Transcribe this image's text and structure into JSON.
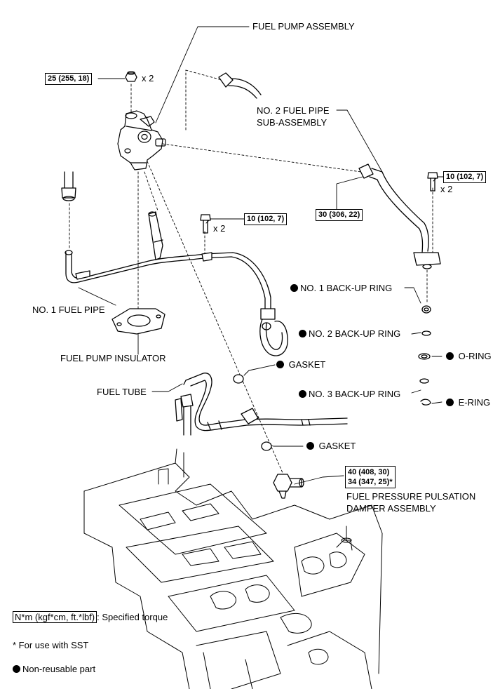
{
  "labels": {
    "fuel_pump_assembly": "FUEL PUMP ASSEMBLY",
    "no2_fuel_pipe_line1": "NO. 2 FUEL PIPE",
    "no2_fuel_pipe_line2": "SUB-ASSEMBLY",
    "no1_fuel_pipe": "NO. 1 FUEL PIPE",
    "fuel_pump_insulator": "FUEL PUMP INSULATOR",
    "no1_backup_ring": "NO. 1 BACK-UP RING",
    "no2_backup_ring": "NO. 2 BACK-UP RING",
    "o_ring": "O-RING",
    "no3_backup_ring": "NO. 3 BACK-UP RING",
    "e_ring": "E-RING",
    "gasket_upper": "GASKET",
    "gasket_lower": "GASKET",
    "fuel_tube": "FUEL TUBE",
    "damper_line1": "FUEL PRESSURE PULSATION",
    "damper_line2": "DAMPER ASSEMBLY"
  },
  "torque": {
    "pump_nut": "25 (255, 18)",
    "pump_nut_qty": "x 2",
    "pipe_bolt_right": "10 (102, 7)",
    "pipe_bolt_right_qty": "x 2",
    "pipe_bolt_mid": "10 (102, 7)",
    "pipe_bolt_mid_qty": "x 2",
    "union_nut": "30 (306, 22)",
    "damper_line1": "40 (408, 30)",
    "damper_line2": "34 (347, 25)*"
  },
  "legend": {
    "torque_unit": "N*m (kgf*cm, ft.*lbf)",
    "torque_desc": ": Specified torque",
    "sst_note": "* For use with SST",
    "non_reusable": "Non-reusable part"
  }
}
